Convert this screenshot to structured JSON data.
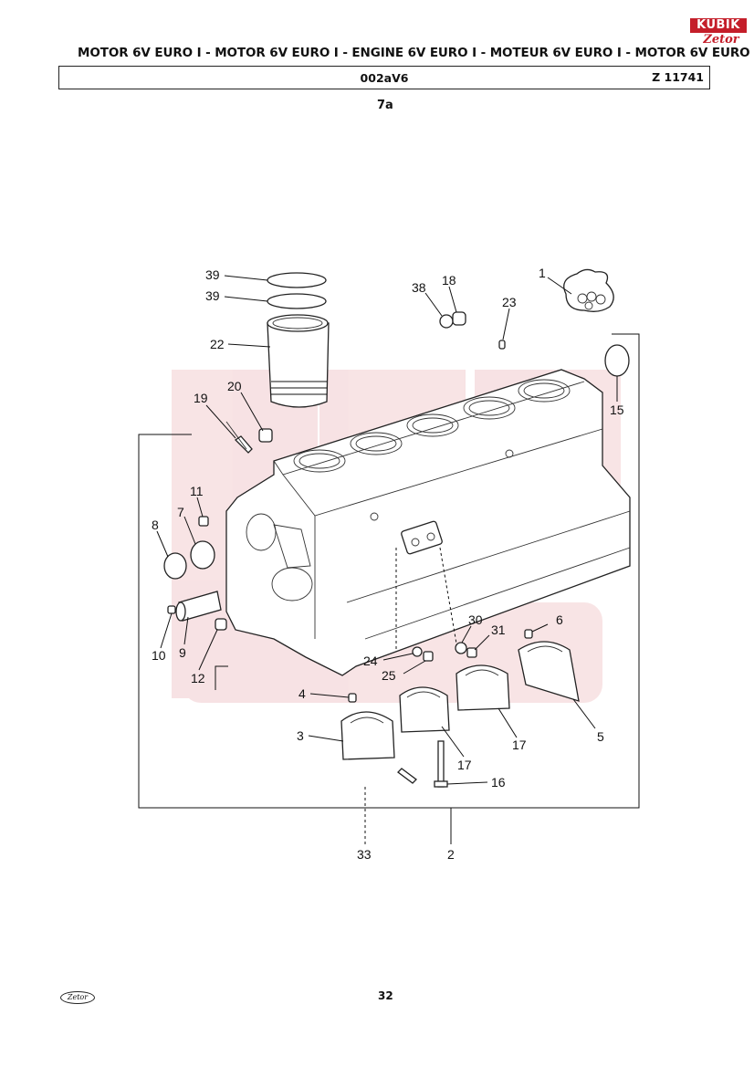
{
  "header": {
    "title": "MOTOR 6V EURO I - MOTOR 6V EURO I - ENGINE 6V EURO I - MOTEUR 6V EURO I - MOTOR 6V EURO I",
    "group_code": "002aV6",
    "drawing_number": "Z 11741",
    "sub_ref": "7a"
  },
  "brand": {
    "kubik_label": "KUBIK",
    "zetor_label": "Zetor",
    "accent_color": "#c41e2a"
  },
  "footer": {
    "page_number": "32",
    "logo_label": "Zetor"
  },
  "callouts": [
    {
      "id": "c39a",
      "label": "39"
    },
    {
      "id": "c39b",
      "label": "39"
    },
    {
      "id": "c22",
      "label": "22"
    },
    {
      "id": "c38",
      "label": "38"
    },
    {
      "id": "c18",
      "label": "18"
    },
    {
      "id": "c23",
      "label": "23"
    },
    {
      "id": "c1",
      "label": "1"
    },
    {
      "id": "c15",
      "label": "15"
    },
    {
      "id": "c19",
      "label": "19"
    },
    {
      "id": "c20",
      "label": "20"
    },
    {
      "id": "c11",
      "label": "11"
    },
    {
      "id": "c8",
      "label": "8"
    },
    {
      "id": "c7",
      "label": "7"
    },
    {
      "id": "c10",
      "label": "10"
    },
    {
      "id": "c9",
      "label": "9"
    },
    {
      "id": "c12",
      "label": "12"
    },
    {
      "id": "c30",
      "label": "30"
    },
    {
      "id": "c31",
      "label": "31"
    },
    {
      "id": "c6",
      "label": "6"
    },
    {
      "id": "c24",
      "label": "24"
    },
    {
      "id": "c25",
      "label": "25"
    },
    {
      "id": "c4",
      "label": "4"
    },
    {
      "id": "c3",
      "label": "3"
    },
    {
      "id": "c17a",
      "label": "17"
    },
    {
      "id": "c17b",
      "label": "17"
    },
    {
      "id": "c5",
      "label": "5"
    },
    {
      "id": "c16",
      "label": "16"
    },
    {
      "id": "c33",
      "label": "33"
    },
    {
      "id": "c2",
      "label": "2"
    }
  ]
}
